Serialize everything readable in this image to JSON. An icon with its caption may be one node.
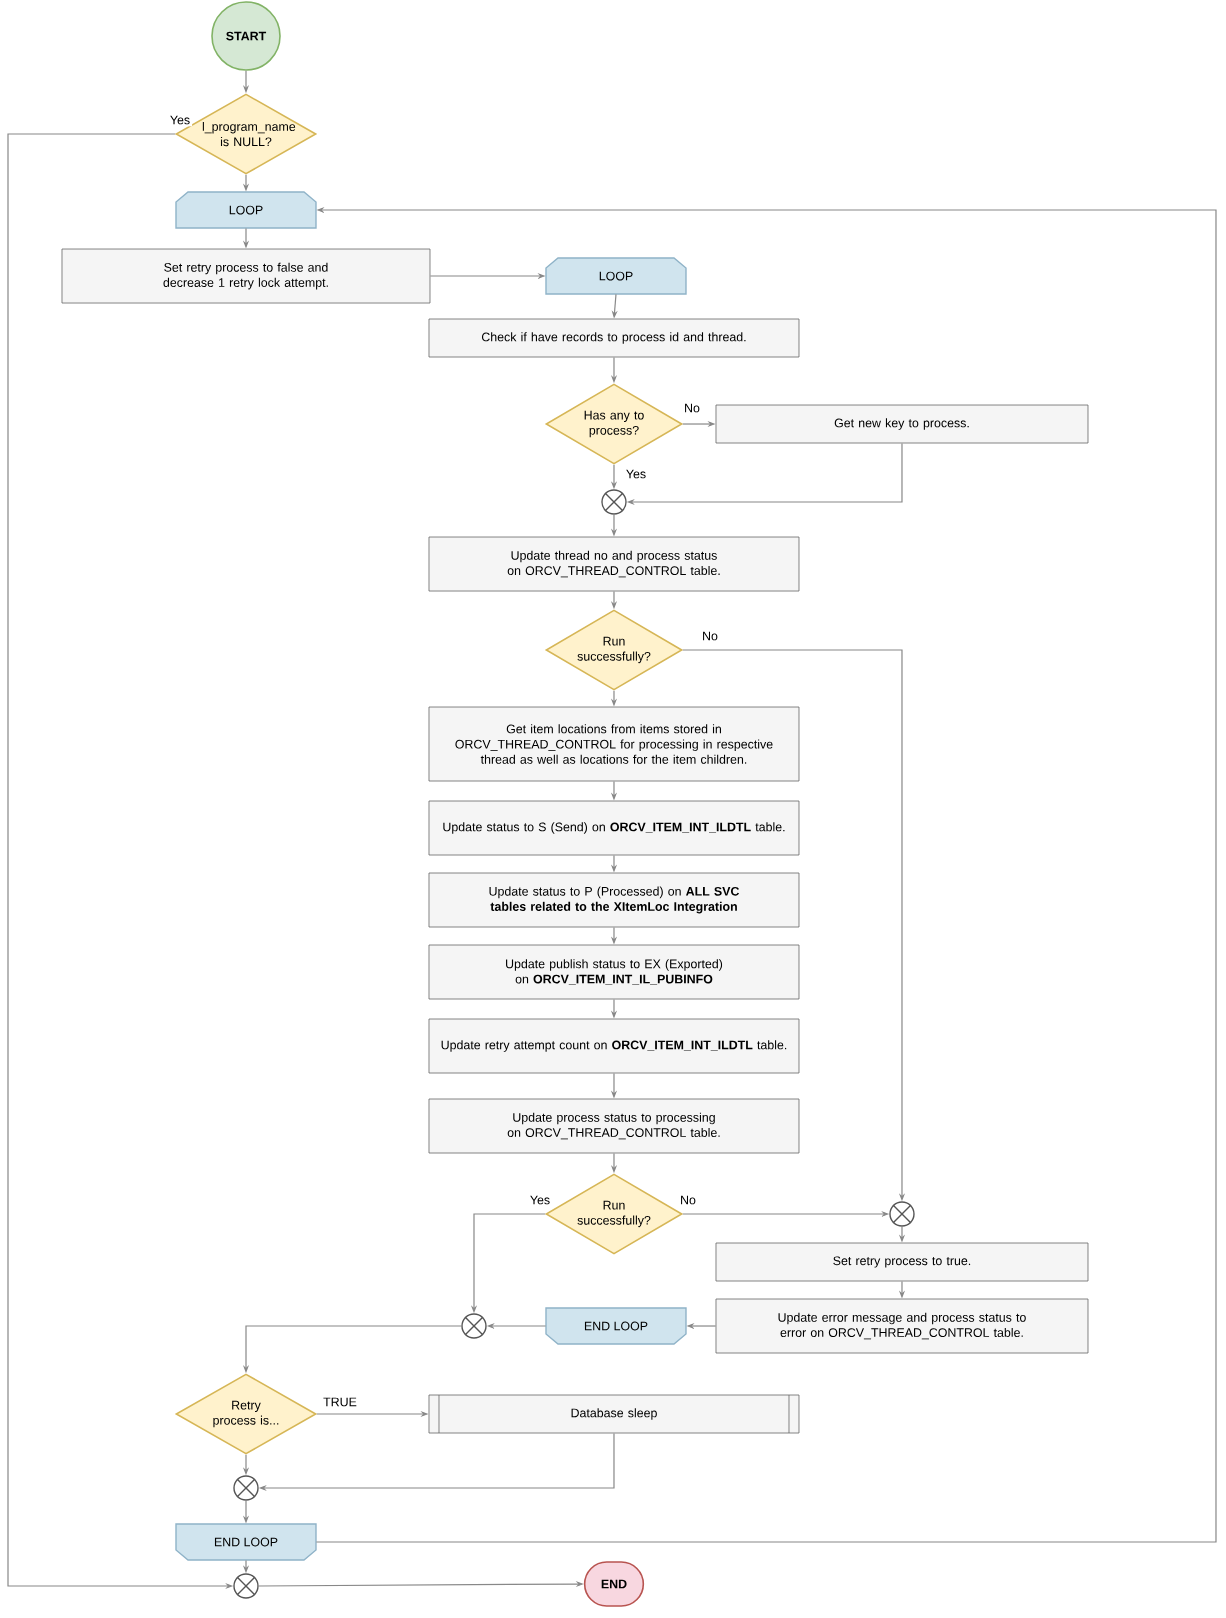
{
  "diagram": {
    "nodes": [
      {
        "text": [
          "START"
        ]
      },
      {
        "text": [
          "l_program_name is NULL?"
        ]
      },
      {
        "text": [
          "LOOP"
        ]
      },
      {
        "text": [
          "Set retry process to false and decrease 1 retry lock attempt."
        ]
      },
      {
        "text": [
          "LOOP"
        ]
      },
      {
        "text": [
          "Check if have records to process id and thread."
        ]
      },
      {
        "text": [
          "Has any to process?"
        ]
      },
      {
        "text": [
          "Get new key to process."
        ]
      },
      {
        "text": [],
        "shape": "circle"
      },
      {
        "text": [
          "Update thread no and process status on ORCV_THREAD_CONTROL table."
        ]
      },
      {
        "text": [
          "Run successfully?"
        ]
      },
      {
        "text": [
          "Get item locations from items stored in ORCV_THREAD_CONTROL for processing in respective thread as well as locations for the item children."
        ]
      },
      {
        "text": [
          "Update status to S (Send) on **ORCV_ITEM_INT_ILDTL** table."
        ]
      },
      {
        "text": [
          "Update status to P (Processed) on **ALL SVC tables related to the XItemLoc Integration**"
        ]
      },
      {
        "text": [
          "Update publish status to EX (Exported) on **ORCV_ITEM_INT_IL_PUBINFO**"
        ]
      },
      {
        "text": [
          "Update retry attempt count on **ORCV_ITEM_INT_ILDTL** table."
        ]
      },
      {
        "text": [
          "Update process status to processing on ORCV_THREAD_CONTROL table."
        ]
      },
      {
        "text": [
          "Run successfully?"
        ]
      },
      {
        "text": [],
        "shape": "circle"
      },
      {
        "text": [
          "Set retry process to true."
        ]
      },
      {
        "text": [
          "Update error message and process status to error on ORCV_THREAD_CONTROL table."
        ]
      },
      {
        "text": [
          "END LOOP"
        ]
      },
      {
        "text": [],
        "shape": "circle"
      },
      {
        "text": [
          "Retry process is..."
        ]
      },
      {
        "text": [
          "Database sleep"
        ]
      },
      {
        "text": [],
        "shape": "circle"
      },
      {
        "text": [
          "END LOOP"
        ]
      },
      {
        "text": [],
        "shape": "circle"
      },
      {
        "text": [
          "END"
        ]
      }
    ],
    "edges": [
      {
        "from": 0,
        "to": 1,
        "arrow": "to"
      },
      {
        "from": 1,
        "to": 2,
        "arrow": "to"
      },
      {
        "from": 1,
        "to": 27,
        "arrow": "to",
        "label": "Yes"
      },
      {
        "from": 2,
        "to": 3,
        "arrow": "to"
      },
      {
        "from": 3,
        "to": 4,
        "arrow": "to"
      },
      {
        "from": 4,
        "to": 5,
        "arrow": "to"
      },
      {
        "from": 5,
        "to": 6,
        "arrow": "to"
      },
      {
        "from": 6,
        "to": 7,
        "arrow": "to",
        "label": "No"
      },
      {
        "from": 6,
        "to": 8,
        "arrow": "to",
        "label": "Yes"
      },
      {
        "from": 7,
        "to": 8,
        "arrow": "to"
      },
      {
        "from": 8,
        "to": 9,
        "arrow": "to"
      },
      {
        "from": 9,
        "to": 10,
        "arrow": "to"
      },
      {
        "from": 10,
        "to": 11,
        "arrow": "to"
      },
      {
        "from": 10,
        "to": 18,
        "arrow": "to",
        "label": "No"
      },
      {
        "from": 11,
        "to": 12,
        "arrow": "to"
      },
      {
        "from": 12,
        "to": 13,
        "arrow": "to"
      },
      {
        "from": 13,
        "to": 14,
        "arrow": "to"
      },
      {
        "from": 14,
        "to": 15,
        "arrow": "to"
      },
      {
        "from": 15,
        "to": 16,
        "arrow": "to"
      },
      {
        "from": 16,
        "to": 17,
        "arrow": "to"
      },
      {
        "from": 17,
        "to": 22,
        "arrow": "to",
        "label": "Yes"
      },
      {
        "from": 17,
        "to": 18,
        "arrow": "to",
        "label": "No"
      },
      {
        "from": 18,
        "to": 19,
        "arrow": "to"
      },
      {
        "from": 19,
        "to": 20,
        "arrow": "to"
      },
      {
        "from": 20,
        "to": 21,
        "arrow": "to"
      },
      {
        "from": 21,
        "to": 22,
        "arrow": "to"
      },
      {
        "from": 22,
        "to": 23,
        "arrow": "to"
      },
      {
        "from": 23,
        "to": 24,
        "arrow": "to",
        "label": "TRUE"
      },
      {
        "from": 23,
        "to": 25,
        "arrow": "to"
      },
      {
        "from": 24,
        "to": 25,
        "arrow": "to"
      },
      {
        "from": 25,
        "to": 26,
        "arrow": "to"
      },
      {
        "from": 26,
        "to": 2,
        "arrow": "to"
      },
      {
        "from": 26,
        "to": 27,
        "arrow": "to"
      },
      {
        "from": 27,
        "to": 28,
        "arrow": "to"
      }
    ]
  }
}
